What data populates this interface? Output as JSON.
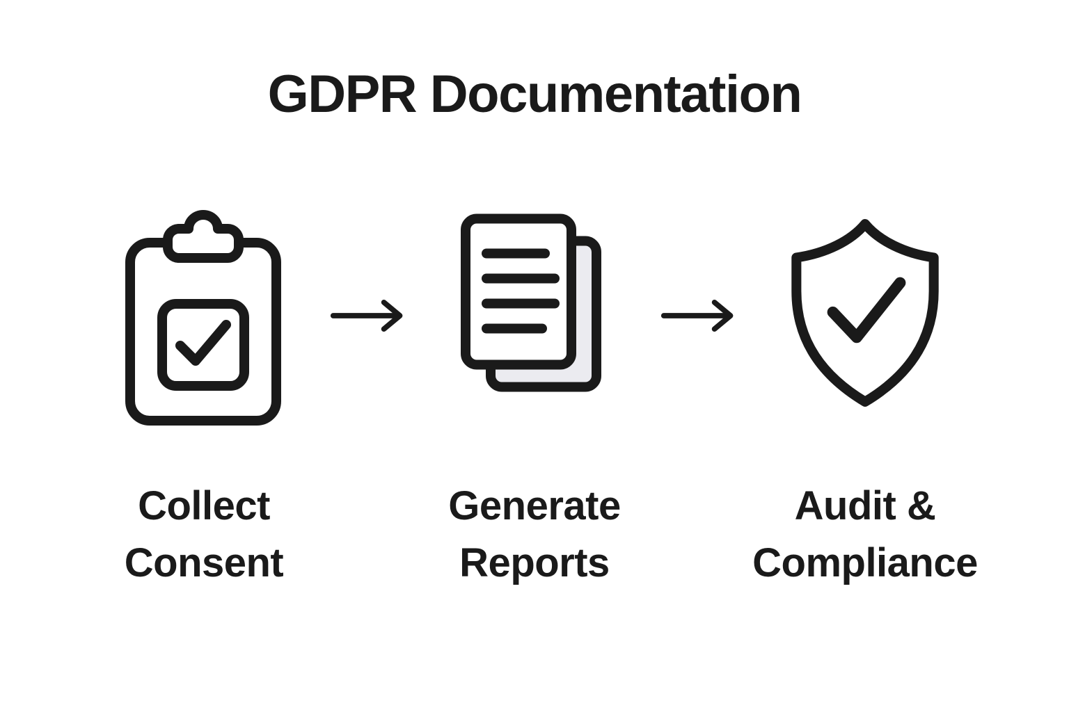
{
  "title": "GDPR Documentation",
  "steps": [
    {
      "icon": "clipboard-check-icon",
      "label_line1": "Collect",
      "label_line2": "Consent"
    },
    {
      "icon": "documents-icon",
      "label_line1": "Generate",
      "label_line2": "Reports"
    },
    {
      "icon": "shield-check-icon",
      "label_line1": "Audit &",
      "label_line2": "Compliance"
    }
  ],
  "connectors": [
    {
      "icon": "arrow-right-icon"
    },
    {
      "icon": "arrow-right-icon"
    }
  ],
  "colors": {
    "ink": "#1a1a1a",
    "background": "#ffffff",
    "back_page_fill": "#ebebf0"
  }
}
